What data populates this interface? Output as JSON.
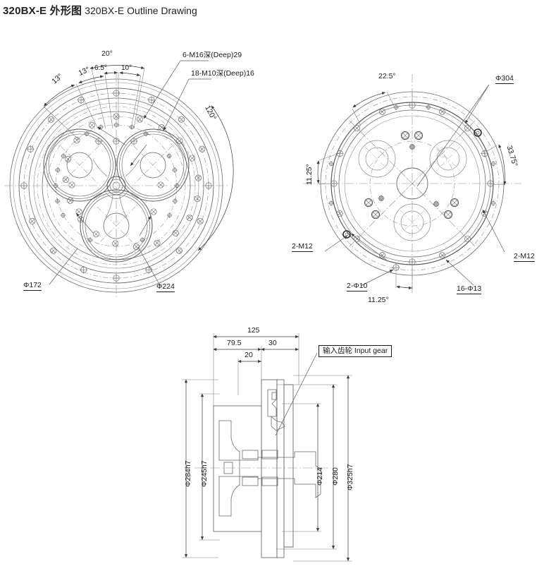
{
  "header": {
    "title_cn": "320BX-E 外形图",
    "title_en": "320BX-E Outline Drawing"
  },
  "views": {
    "left": {
      "name": "front-view-input-side",
      "annotations": {
        "ang_13_a": "13°",
        "ang_13_b": "13°",
        "ang_20": "20°",
        "ang_6_5": "6.5°",
        "ang_10": "10°",
        "ang_120": "120°",
        "callout_m16": "6-M16深(Deep)29",
        "callout_m10": "18-M10深(Deep)16",
        "dia_172": "Φ172",
        "dia_224": "Φ224"
      }
    },
    "right": {
      "name": "rear-view-output-side",
      "annotations": {
        "ang_22_5": "22.5°",
        "ang_33_75": "33.75°",
        "ang_11_25_left": "11.25°",
        "ang_11_25_bottom": "11.25°",
        "dia_304": "Φ304",
        "callout_m12_left": "2-M12",
        "callout_m12_right": "2-M12",
        "callout_d10": "2-Φ10",
        "callout_d13": "16-Φ13"
      }
    },
    "section": {
      "name": "cross-section-view",
      "annotations": {
        "len_125": "125",
        "len_79_5": "79.5",
        "len_30": "30",
        "len_20": "20",
        "callout_input_gear": "输入齿轮 Input gear",
        "dia_284h7": "Φ284h7",
        "dia_245h7": "Φ245h7",
        "dia_214": "Φ214",
        "dia_280": "Φ280",
        "dia_325h7": "Φ325h7"
      }
    }
  },
  "style": {
    "line_color": "#4a4a4a",
    "thin_color": "#8a8a8a",
    "text_color": "#1a1a1a",
    "background": "#ffffff"
  }
}
